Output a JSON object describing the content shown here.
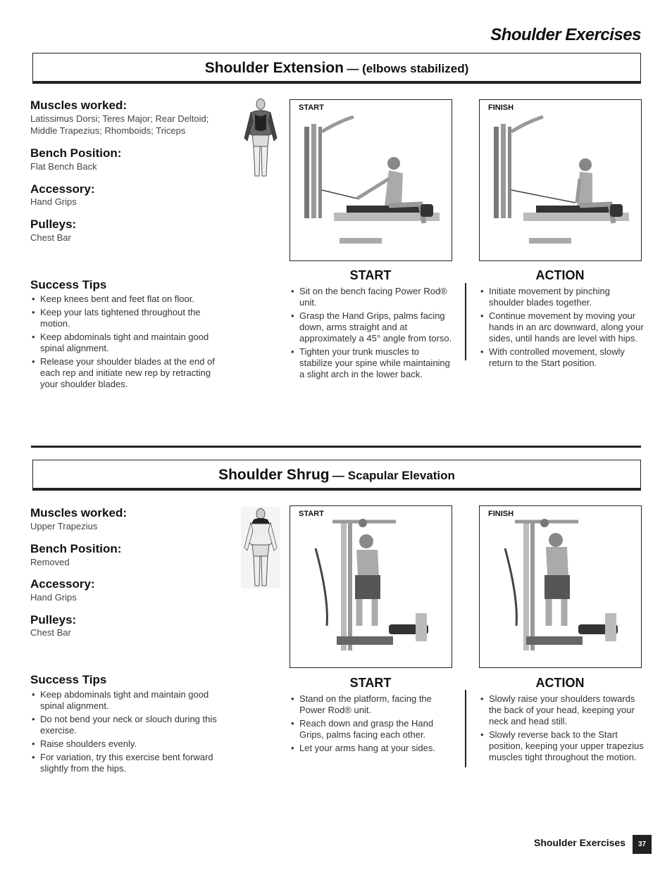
{
  "header": {
    "title": "Shoulder Exercises"
  },
  "sections": [
    {
      "title": "Shoulder Extension",
      "subtitle": "— (elbows stabilized)",
      "muscles_label": "Muscles worked:",
      "muscles": [
        "Latissimus Dorsi; Teres Major; Rear Deltoid;",
        "Middle Trapezius; Rhomboids; Triceps"
      ],
      "bench_label": "Bench Position:",
      "bench": "Flat Bench Back",
      "accessory_label": "Accessory:",
      "accessory": "Hand Grips",
      "pulleys_label": "Pulleys:",
      "pulleys": "Chest Bar",
      "tips_label": "Success Tips",
      "tips": [
        "Keep knees bent and feet flat on floor.",
        "Keep your lats tightened throughout the motion.",
        "Keep abdominals tight and maintain good spinal alignment.",
        "Release your shoulder blades at the end of each rep and initiate new rep by retracting your shoulder blades."
      ],
      "start_caption": "START",
      "finish_caption": "FINISH",
      "start_label": "START",
      "start_steps": [
        "Sit on the bench facing Power Rod® unit.",
        "Grasp the Hand Grips, palms facing down, arms straight and at approximately a 45° angle from torso.",
        "Tighten your trunk muscles to stabilize your spine while maintaining a slight arch in the lower back."
      ],
      "action_label": "ACTION",
      "action_steps": [
        "Initiate movement by pinching shoulder blades together.",
        "Continue movement by moving your hands in an arc downward, along your sides, until hands are level with hips.",
        "With controlled movement, slowly return to the Start position."
      ]
    },
    {
      "title": "Shoulder Shrug",
      "subtitle": "— Scapular Elevation",
      "muscles_label": "Muscles worked:",
      "muscles": [
        "Upper Trapezius"
      ],
      "bench_label": "Bench Position:",
      "bench": "Removed",
      "accessory_label": "Accessory:",
      "accessory": "Hand Grips",
      "pulleys_label": "Pulleys:",
      "pulleys": "Chest Bar",
      "tips_label": "Success Tips",
      "tips": [
        "Keep abdominals tight and maintain good spinal alignment.",
        "Do not bend your neck or slouch during this exercise.",
        "Raise shoulders evenly.",
        "For variation, try this exercise bent forward slightly from the hips."
      ],
      "start_caption": "START",
      "finish_caption": "FINISH",
      "start_label": "START",
      "start_steps": [
        "Stand on the platform, facing the Power Rod® unit.",
        "Reach down and grasp the Hand Grips, palms facing each other.",
        "Let your arms hang at your sides."
      ],
      "action_label": "ACTION",
      "action_steps": [
        "Slowly raise your shoulders towards the back of your head, keeping your neck and head still.",
        "Slowly reverse back to the Start position, keeping your upper trapezius muscles tight throughout the motion."
      ]
    }
  ],
  "footer": {
    "label": "Shoulder Exercises",
    "page": "37"
  }
}
